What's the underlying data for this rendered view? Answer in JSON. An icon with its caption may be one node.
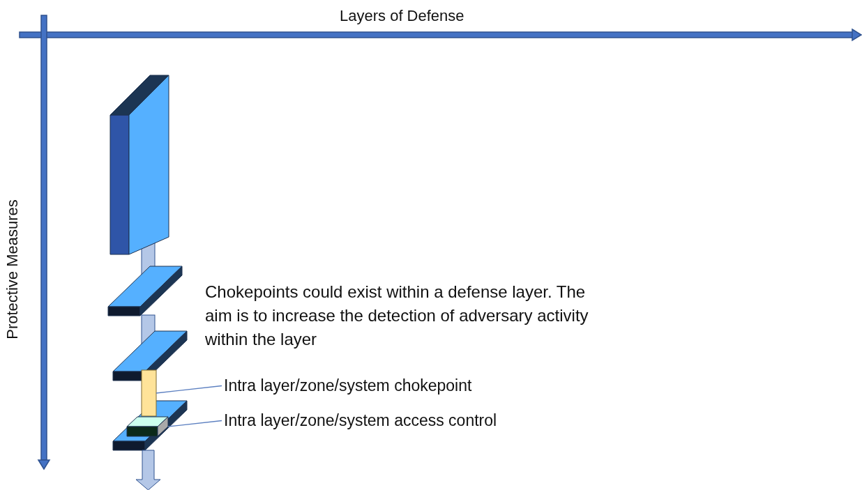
{
  "diagram": {
    "nodes": [
      {
        "text": [
          "Intra layer/zone/system chokepoint"
        ]
      },
      {
        "text": [],
        "shape": "bar"
      },
      {
        "text": [
          "Intra layer/zone/system access control"
        ]
      },
      {
        "text": [],
        "shape": "box"
      }
    ],
    "edges": [
      {
        "from": 0,
        "to": 1,
        "arrow": "none"
      },
      {
        "from": 2,
        "to": 3,
        "arrow": "none"
      }
    ],
    "labels": [
      "Layers of Defense",
      "Protective Measures",
      "Chokepoints could exist within a defense layer. The aim is to increase the detection of adversary activity within the layer"
    ]
  }
}
